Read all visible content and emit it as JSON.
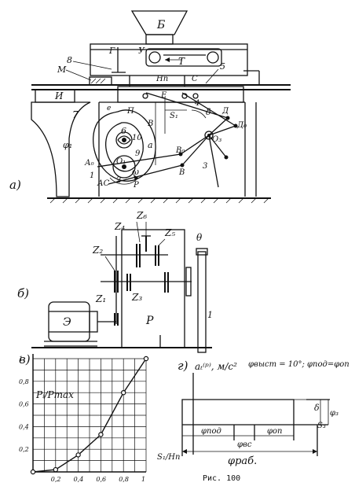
{
  "figure": {
    "caption": "Рис. 100",
    "label_a": "а)",
    "label_b": "б)",
    "label_v": "в)",
    "label_g": "г)"
  },
  "mechanism_a": {
    "labels": {
      "hopper": "Б",
      "g": "Г",
      "u": "У",
      "t": "Т",
      "item8": "8",
      "m": "М",
      "item5": "5",
      "i": "И",
      "hn": "Нп",
      "c": "С",
      "e": "Е",
      "p_cap": "П",
      "item4": "4",
      "delta": "δ",
      "d": "Д",
      "d0": "Д₀",
      "o3": "О₃",
      "item7": "7",
      "item6": "6",
      "item10": "10",
      "b": "В",
      "a": "а",
      "s1": "S₁",
      "phi1": "φ₁",
      "a0_upper": "А₀",
      "o1": "О₁",
      "omega": "ω",
      "item1": "1",
      "item2": "2",
      "b0": "В₀",
      "item3": "3",
      "ac": "АС",
      "r": "Р",
      "item9": "9",
      "e_small": "е"
    }
  },
  "drive_b": {
    "labels": {
      "z1": "Z₁",
      "z2": "Z₂",
      "z3": "Z₃",
      "z4": "Z₄",
      "z5": "Z₅",
      "z6": "Z₆",
      "motor": "Э",
      "frame": "Р",
      "shaft": "θ",
      "crank": "1"
    }
  },
  "chart_g": {
    "ylabel": "aₜ⁽ᵖ⁾, м/с²",
    "formula": "φвыст = 10°; φпод=φоп",
    "phi_pod": "φпод",
    "phi_vs": "φвс",
    "phi_op": "φоп",
    "phi_rab": "φраб.",
    "delta": "δ",
    "phi3": "φ₃",
    "s3": "S₃"
  },
  "chart_data": {
    "type": "line",
    "title": "",
    "ylabel": "Pᵢ/Pmax",
    "xlabel": "S₁/Hп",
    "x": [
      0,
      0.2,
      0.4,
      0.6,
      0.8,
      1.0
    ],
    "values": [
      0,
      0.02,
      0.15,
      0.33,
      0.7,
      1.0
    ],
    "xticks": [
      "0,2",
      "0,4",
      "0,6",
      "0,8",
      "1"
    ],
    "yticks": [
      "0,2",
      "0,4",
      "0,6",
      "0,8",
      "1"
    ],
    "xlim": [
      0,
      1
    ],
    "ylim": [
      0,
      1
    ],
    "grid": true
  }
}
